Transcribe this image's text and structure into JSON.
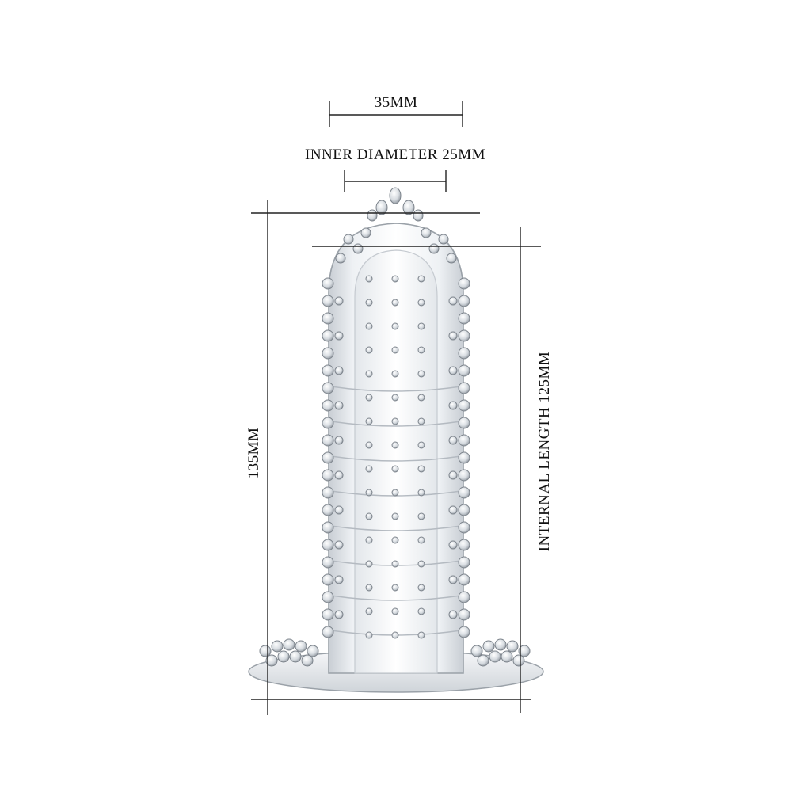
{
  "dimensions": {
    "outer_diameter": "35MM",
    "inner_diameter": "INNER DIAMETER 25MM",
    "total_length": "135MM",
    "internal_length": "INTERNAL LENGTH 125MM"
  },
  "colors": {
    "background": "#ffffff",
    "lines": "#222222",
    "text": "#111111",
    "product_fill": "#eceff2",
    "product_edge": "#9aa1a8",
    "nub_fill": "#d7dbe0"
  }
}
